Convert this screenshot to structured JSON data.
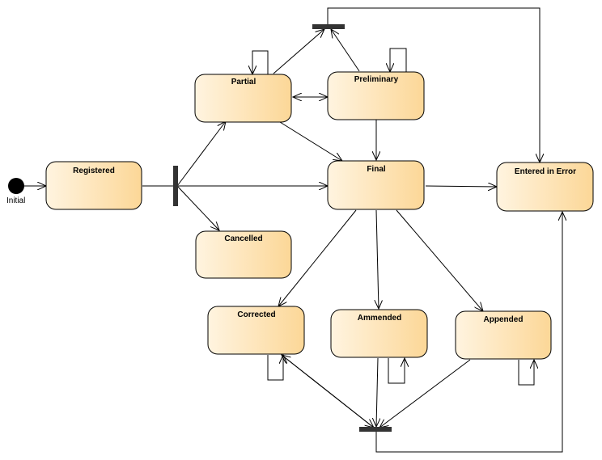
{
  "diagram": {
    "initial_label": "Initial",
    "states": {
      "registered": "Registered",
      "partial": "Partial",
      "preliminary": "Preliminary",
      "final": "Final",
      "entered_in_error": "Entered in Error",
      "cancelled": "Cancelled",
      "corrected": "Corrected",
      "ammended": "Ammended",
      "appended": "Appended"
    },
    "colors": {
      "state_fill_start": "#fff4e0",
      "state_fill_end": "#fcd797",
      "state_stroke": "#000000",
      "bar_fill": "#333333",
      "initial_fill": "#000000",
      "line": "#000000"
    }
  }
}
